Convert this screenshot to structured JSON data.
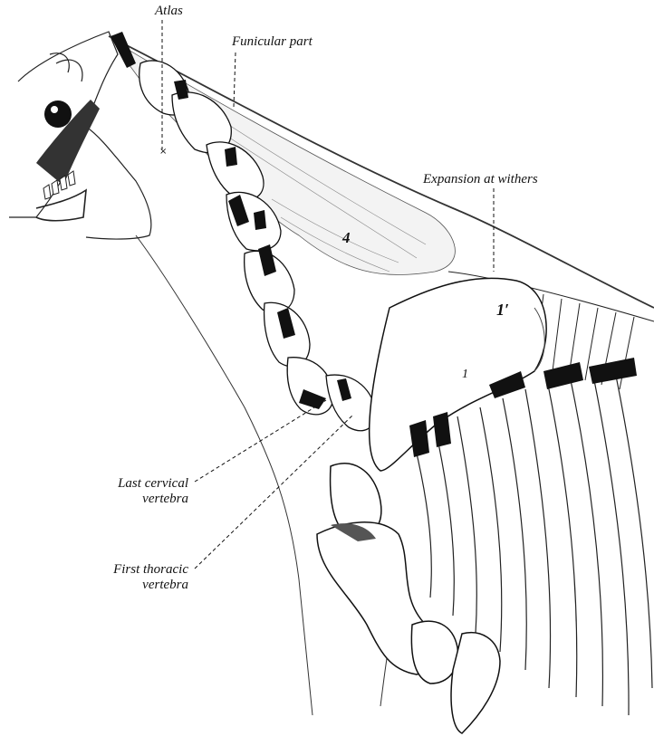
{
  "labels": {
    "atlas": "Atlas",
    "funicular_part": "Funicular part",
    "expansion_at_withers": "Expansion at withers",
    "last_cervical_line1": "Last cervical",
    "last_cervical_line2": "vertebra",
    "first_thoracic_line1": "First thoracic",
    "first_thoracic_line2": "vertebra"
  },
  "markers": {
    "four": "4",
    "one_prime": "1′",
    "one": "1"
  }
}
